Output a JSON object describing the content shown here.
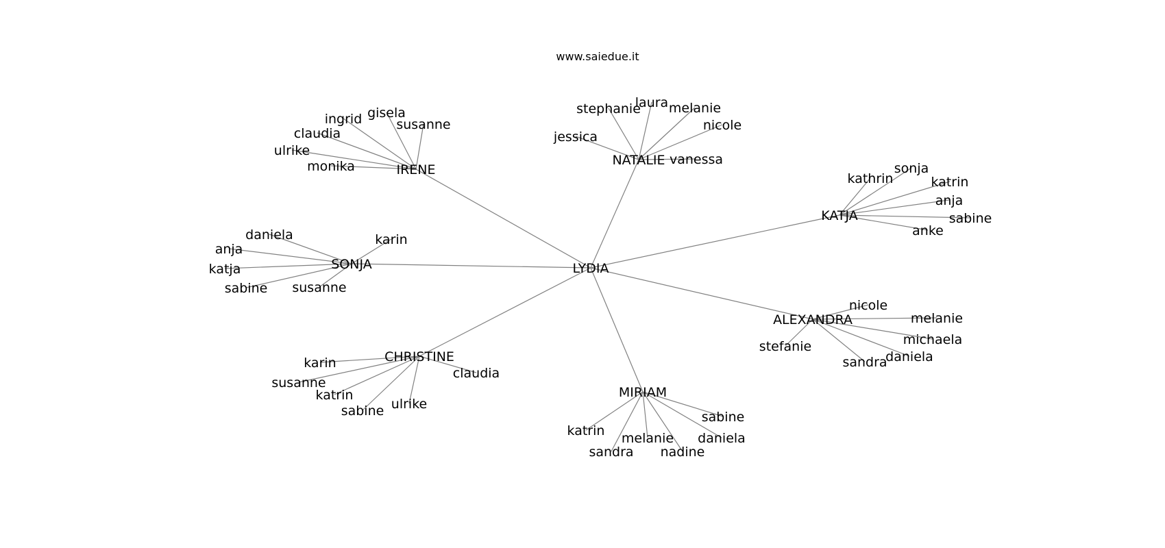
{
  "title": "www.saiedue.it",
  "colors": {
    "edge": "#808080",
    "text": "#000000",
    "background": "#ffffff"
  },
  "graph": {
    "root": "LYDIA",
    "groups": [
      {
        "hub": "IRENE",
        "leaves": [
          "ingrid",
          "gisela",
          "susanne",
          "claudia",
          "ulrike",
          "monika"
        ]
      },
      {
        "hub": "NATALIE",
        "leaves": [
          "stephanie",
          "laura",
          "melanie",
          "nicole",
          "jessica",
          "vanessa"
        ]
      },
      {
        "hub": "KATJA",
        "leaves": [
          "kathrin",
          "sonja",
          "katrin",
          "anja",
          "sabine",
          "anke"
        ]
      },
      {
        "hub": "SONJA",
        "leaves": [
          "daniela",
          "anja",
          "katja",
          "sabine",
          "susanne",
          "karin"
        ]
      },
      {
        "hub": "ALEXANDRA",
        "leaves": [
          "nicole",
          "melanie",
          "michaela",
          "daniela",
          "sandra",
          "stefanie"
        ]
      },
      {
        "hub": "CHRISTINE",
        "leaves": [
          "karin",
          "susanne",
          "katrin",
          "sabine",
          "ulrike",
          "claudia"
        ]
      },
      {
        "hub": "MIRIAM",
        "leaves": [
          "sabine",
          "daniela",
          "nadine",
          "melanie",
          "sandra",
          "katrin"
        ]
      }
    ]
  }
}
